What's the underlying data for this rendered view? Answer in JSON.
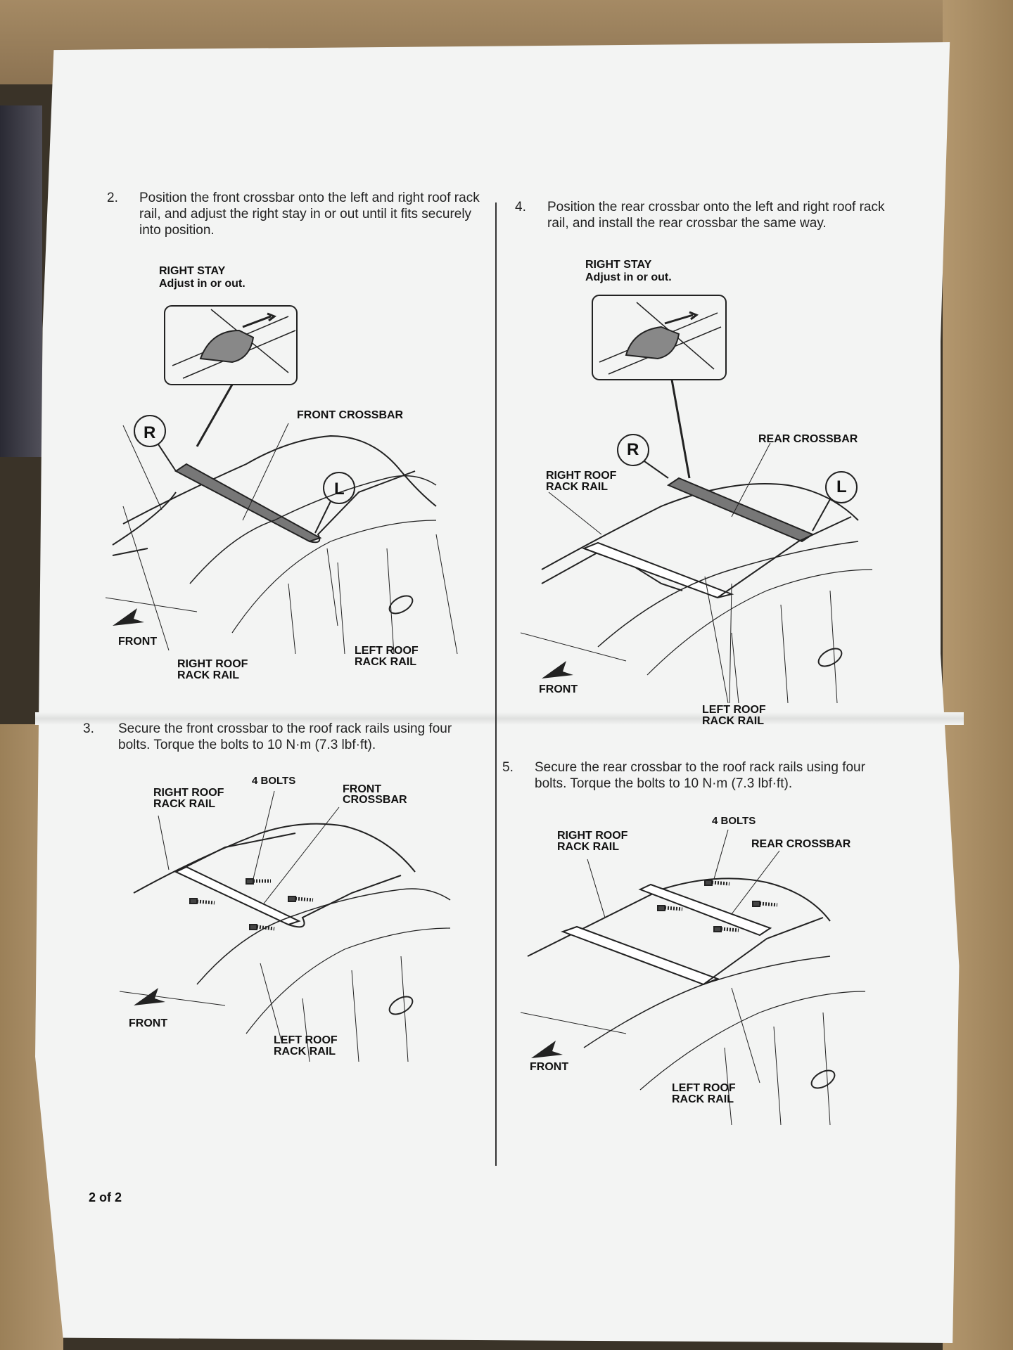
{
  "page_number": "2 of 2",
  "steps": [
    {
      "number": "2.",
      "text": "Position the front crossbar onto the left and right roof rack rail, and adjust the right stay in or out until it fits securely into position."
    },
    {
      "number": "4.",
      "text": "Position the rear crossbar onto the left and right roof rack rail, and install the rear crossbar the same way."
    },
    {
      "number": "3.",
      "text": "Secure the front crossbar to the roof rack rails using four bolts. Torque the bolts to 10 N·m (7.3 lbf·ft)."
    },
    {
      "number": "5.",
      "text": "Secure the rear crossbar to the roof rack rails using four bolts. Torque the bolts to 10 N·m (7.3 lbf·ft)."
    }
  ],
  "figures": {
    "fig2": {
      "right_stay": "RIGHT STAY",
      "right_stay_note": "Adjust in or out.",
      "crossbar": "FRONT CROSSBAR",
      "r_marker": "R",
      "l_marker": "L",
      "front": "FRONT",
      "right_rail": [
        "RIGHT ROOF",
        "RACK RAIL"
      ],
      "left_rail": [
        "LEFT ROOF",
        "RACK RAIL"
      ]
    },
    "fig4": {
      "right_stay": "RIGHT STAY",
      "right_stay_note": "Adjust in or out.",
      "crossbar": "REAR CROSSBAR",
      "r_marker": "R",
      "l_marker": "L",
      "front": "FRONT",
      "right_rail": [
        "RIGHT ROOF",
        "RACK RAIL"
      ],
      "left_rail": [
        "LEFT ROOF",
        "RACK RAIL"
      ]
    },
    "fig3": {
      "bolts": "4 BOLTS",
      "crossbar": [
        "FRONT",
        "CROSSBAR"
      ],
      "front": "FRONT",
      "right_rail": [
        "RIGHT ROOF",
        "RACK RAIL"
      ],
      "left_rail": [
        "LEFT ROOF",
        "RACK RAIL"
      ]
    },
    "fig5": {
      "bolts": "4 BOLTS",
      "crossbar": "REAR CROSSBAR",
      "front": "FRONT",
      "right_rail": [
        "RIGHT ROOF",
        "RACK RAIL"
      ],
      "left_rail": [
        "LEFT ROOF",
        "RACK RAIL"
      ]
    }
  }
}
